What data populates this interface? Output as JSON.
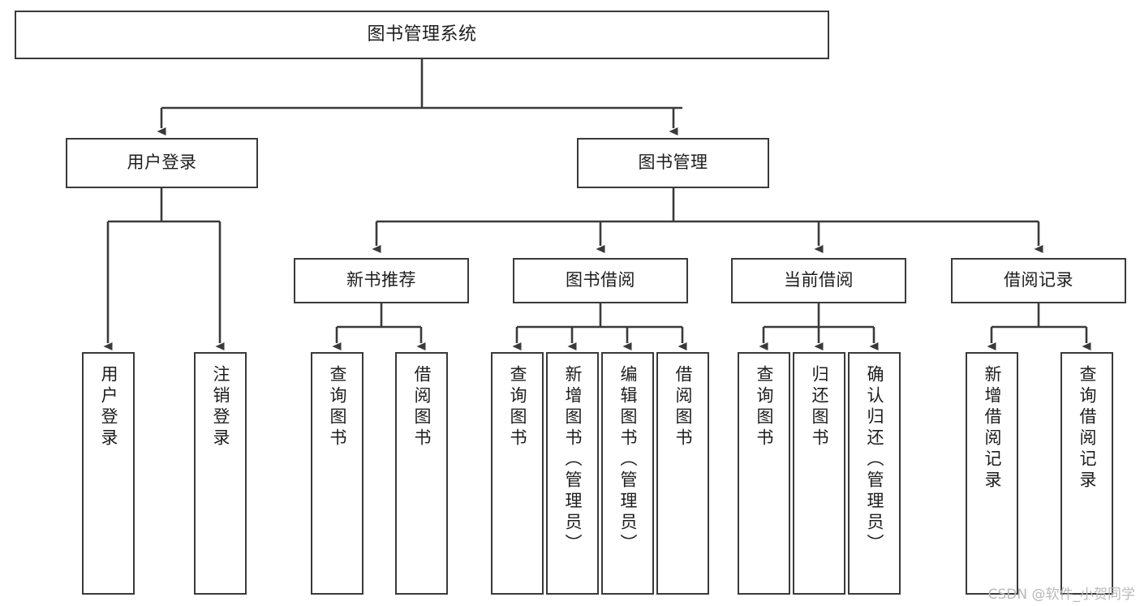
{
  "diagram": {
    "title": "图书管理系统",
    "type": "tree-hierarchy-diagram",
    "style": {
      "box_border_color": "#3a3a3a",
      "box_fill_color": "#ffffff",
      "connector_color": "#3a3a3a",
      "text_color": "#1d1d1d",
      "background": "#ffffff",
      "watermark_color": "#b9b9b9"
    },
    "watermark": "CSDN @软件_小贺同学",
    "nodes": {
      "root": {
        "label": "图书管理系统"
      },
      "level2": [
        {
          "label": "用户登录"
        },
        {
          "label": "图书管理"
        }
      ],
      "level3": [
        {
          "label": "新书推荐"
        },
        {
          "label": "图书借阅"
        },
        {
          "label": "当前借阅"
        },
        {
          "label": "借阅记录"
        }
      ],
      "leaves": {
        "user_login": [
          {
            "label": "用户登录"
          },
          {
            "label": "注销登录"
          }
        ],
        "new_book_recommend": [
          {
            "label": "查询图书"
          },
          {
            "label": "借阅图书"
          }
        ],
        "book_borrow": [
          {
            "label": "查询图书"
          },
          {
            "label": "新增图书（管理员）"
          },
          {
            "label": "编辑图书（管理员）"
          },
          {
            "label": "借阅图书"
          }
        ],
        "current_borrow": [
          {
            "label": "查询图书"
          },
          {
            "label": "归还图书"
          },
          {
            "label": "确认归还（管理员）"
          }
        ],
        "borrow_record": [
          {
            "label": "新增借阅记录"
          },
          {
            "label": "查询借阅记录"
          }
        ]
      }
    }
  }
}
